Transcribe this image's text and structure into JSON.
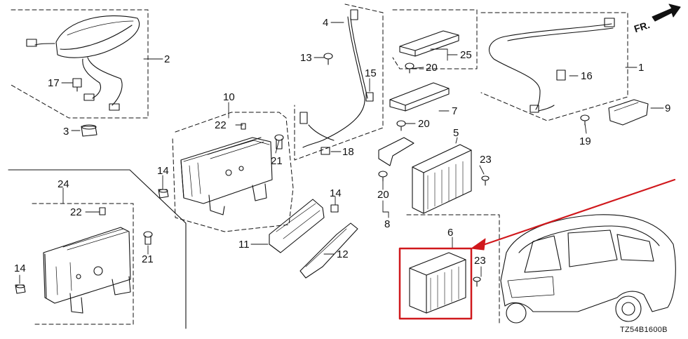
{
  "diagram": {
    "direction_label": "FR.",
    "drawing_code": "TZ54B1600B",
    "highlight_color": "#d0181c",
    "callouts": [
      "1",
      "2",
      "3",
      "4",
      "5",
      "6",
      "7",
      "8",
      "9",
      "10",
      "11",
      "12",
      "13",
      "14",
      "14",
      "14",
      "14",
      "15",
      "16",
      "17",
      "18",
      "19",
      "20",
      "20",
      "20",
      "20",
      "21",
      "21",
      "22",
      "22",
      "23",
      "23",
      "24",
      "25"
    ]
  }
}
